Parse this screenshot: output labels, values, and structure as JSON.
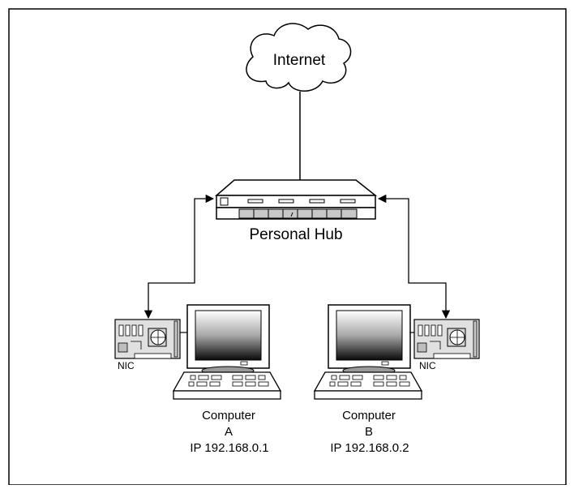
{
  "cloud": {
    "label": "Internet"
  },
  "hub": {
    "label": "Personal Hub"
  },
  "nic_left": {
    "label": "NIC"
  },
  "nic_right": {
    "label": "NIC"
  },
  "computer_a": {
    "line1": "Computer",
    "line2": "A",
    "ip": "IP 192.168.0.1"
  },
  "computer_b": {
    "line1": "Computer",
    "line2": "B",
    "ip": "IP 192.168.0.2"
  }
}
